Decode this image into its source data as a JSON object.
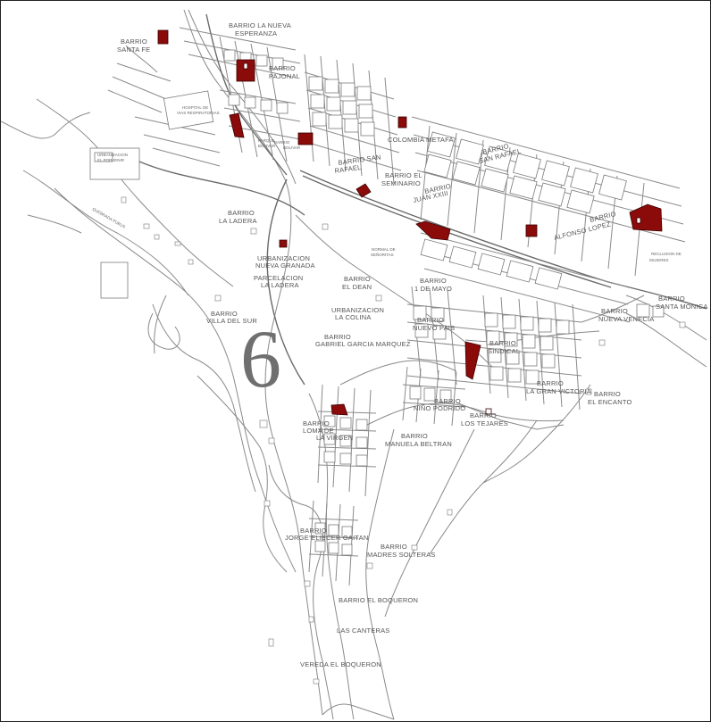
{
  "map": {
    "zone_number": "6",
    "highlight_color": "#8B0A0A",
    "line_color": "#7a7a7a",
    "labels": {
      "l1": "BARRIO LA NUEVA",
      "l2": "ESPERANZA",
      "l3": "BARRIO",
      "l4": "SANTA FE",
      "l5": "BARRIO",
      "l6": "PAJONAL",
      "l7": "HOSPITAL DE",
      "l8": "VIAS RESPIRATORIAS",
      "l9": "URBANIZACION",
      "l10": "EL PORVENIR",
      "l11": "PARQUE",
      "l12": "BOLIVAR",
      "l13": "BARRIO",
      "l14": "BOLIVAR",
      "l15": "COLOMBIA METAFA",
      "l16": "BARRIO",
      "l17": "SAN RAFAEL",
      "l18": "BARRIO SAN",
      "l19": "RAFAEL",
      "l20": "BARRIO EL",
      "l21": "SEMINARIO",
      "l22": "BARRIO",
      "l23": "JUAN XXIII",
      "l24": "BARRIO",
      "l25": "LA LADERA",
      "l26": "QUEBRADA PUBUS",
      "l27": "URBANIZACION",
      "l28": "NUEVA GRANADA",
      "l29": "PARCELACION",
      "l30": "LA LADERA",
      "l31": "BARRIO",
      "l32": "EL DEAN",
      "l33": "BARRIO",
      "l34": "1 DE MAYO",
      "l35": "NORMAL DE",
      "l36": "SEÑORITAS",
      "l37": "BARRIO",
      "l38": "ALFONSO LOPEZ",
      "l39": "RECLUSION DE",
      "l40": "MUJERES",
      "l41": "BARRIO",
      "l42": "VILLA DEL SUR",
      "l43": "URBANIZACION",
      "l44": "LA COLINA",
      "l45": "BARRIO",
      "l46": "NUEVO PAIS",
      "l47": "BARRIO",
      "l48": "GABRIEL GARCIA MARQUEZ",
      "l49": "BARRIO",
      "l50": "SINDICAL",
      "l51": "BARRIO",
      "l52": "NUEVA VENECIA",
      "l53": "BARRIO",
      "l54": "SANTA MONICA",
      "l55": "BARRIO",
      "l56": "LA GRAN VICTORIA",
      "l57": "BARRIO",
      "l58": "EL ENCANTO",
      "l59": "BARRIO",
      "l60": "LOMA DE",
      "l61": "LA VIRGEN",
      "l62": "BARRIO",
      "l63": "NIÑO PODRIDO",
      "l64": "BARRIO",
      "l65": "LOS TEJARES",
      "l66": "BARRIO",
      "l67": "MANUELA BELTRAN",
      "l68": "BARRIO",
      "l69": "JORGE ELIECER GAITAN",
      "l70": "BARRIO",
      "l71": "MADRES SOLTERAS",
      "l72": "BARRIO EL BOQUERON",
      "l73": "LAS CANTERAS",
      "l74": "VEREDA EL BOQUERON"
    }
  }
}
